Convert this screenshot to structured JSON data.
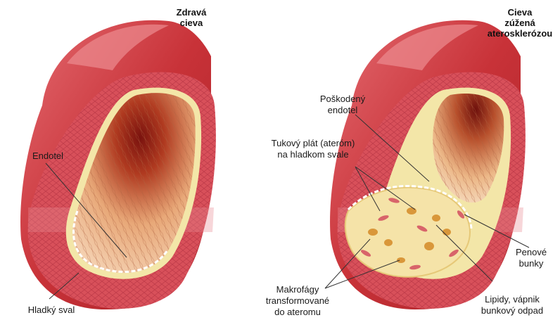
{
  "titles": {
    "healthy": [
      "Zdravá",
      "cieva"
    ],
    "narrowed": [
      "Cieva",
      "zúžená",
      "aterosklerózou"
    ]
  },
  "labels": {
    "endothelium": "Endotel",
    "smooth_muscle": "Hladký sval",
    "damaged_endothelium": [
      "Poškodený",
      "endotel"
    ],
    "fatty_plaque": [
      "Tukový plát (ateróm)",
      "na hladkom svale"
    ],
    "foam_cells": [
      "Penové",
      "bunky"
    ],
    "macrophages": [
      "Makrofágy",
      "transformované",
      "do ateromu"
    ],
    "lipids": [
      "Lipidy, vápnik",
      "bunkový odpad"
    ]
  },
  "colors": {
    "vessel_outer": "#c8343a",
    "vessel_highlight": "#e2747a",
    "vessel_band": "#d84a52",
    "muscle_light": "#f0a0a8",
    "endothelium": "#f2e6a6",
    "lumen_dark": "#8a1a16",
    "lumen_mid": "#d2783e",
    "plaque": "#f5e3a8",
    "cell_pink": "#d8646a",
    "macrophage_orange": "#d9973a",
    "leader_line": "#333333"
  }
}
